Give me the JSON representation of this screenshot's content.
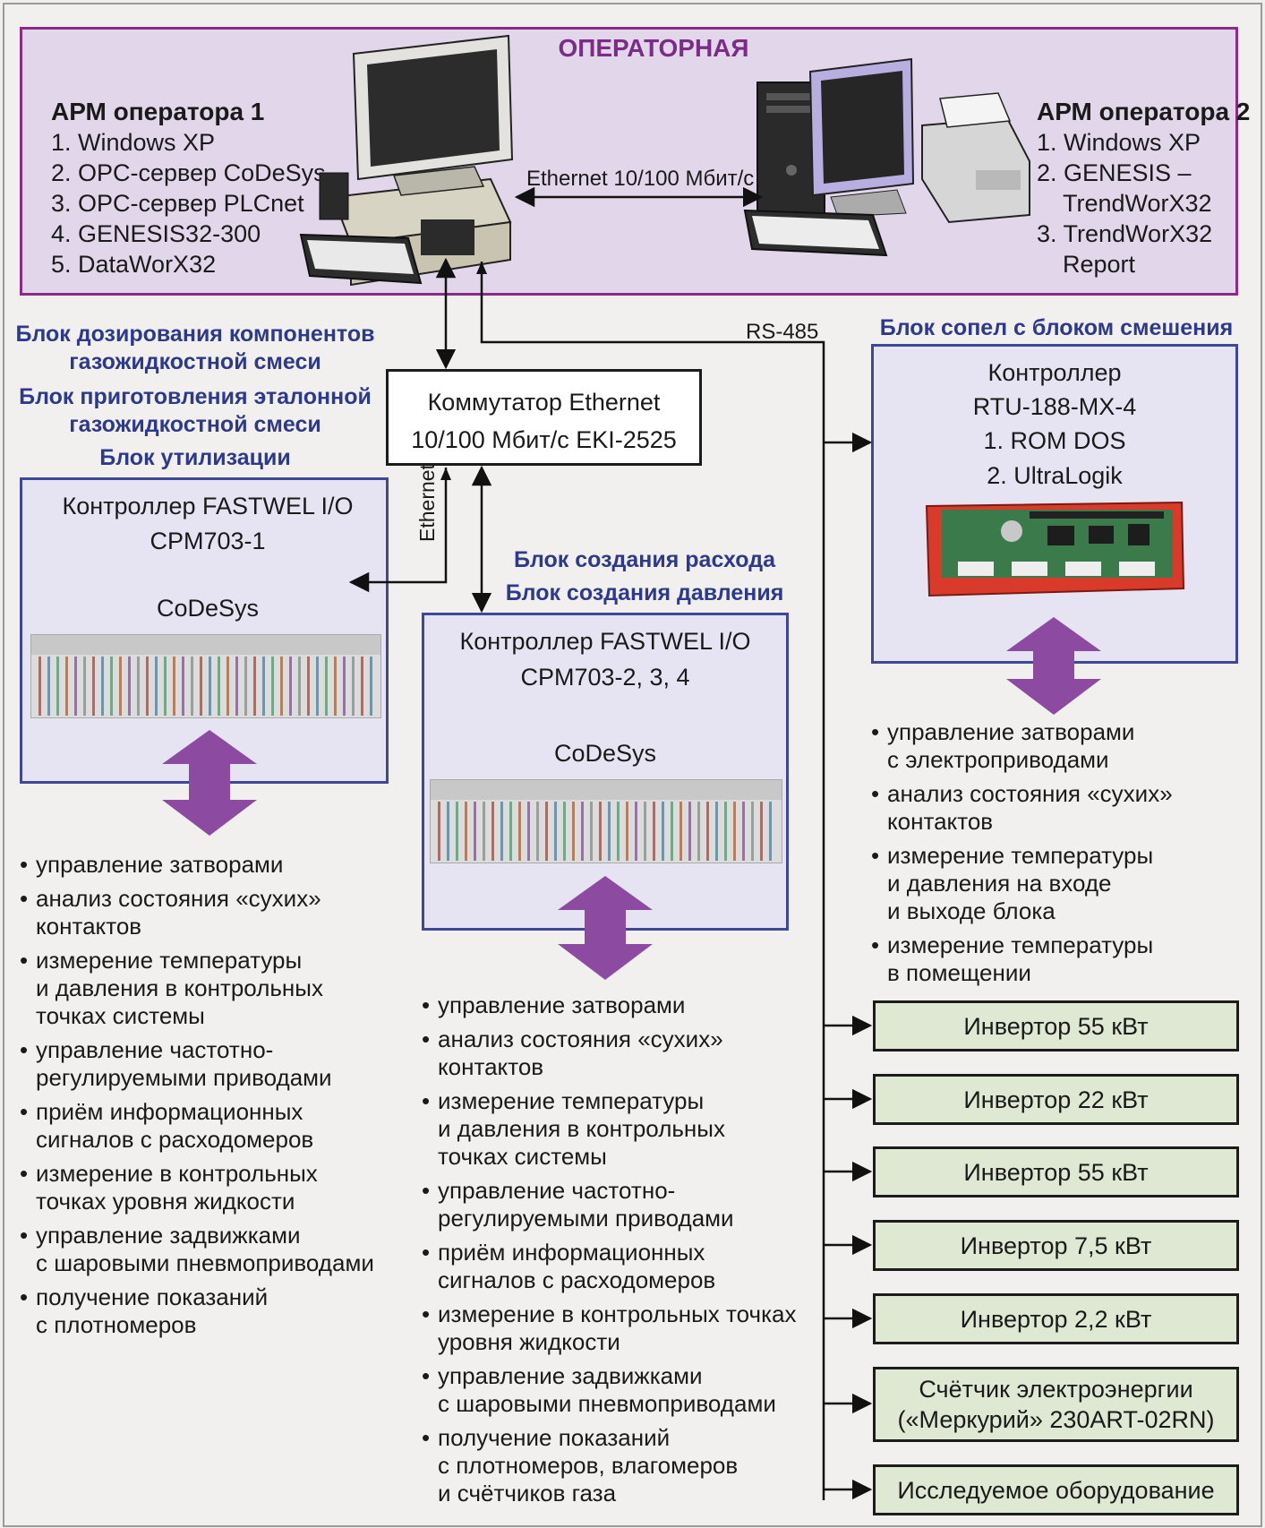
{
  "operator_room": {
    "title": "ОПЕРАТОРНАЯ",
    "arm1": {
      "title": "АРМ оператора 1",
      "items": [
        "1. Windows XP",
        "2. OPC-сервер CoDeSys",
        "3. OPC-сервер PLCnet",
        "4. GENESIS32-300",
        "5. DataWorX32"
      ]
    },
    "arm2": {
      "title": "АРМ оператора 2",
      "items": [
        "1. Windows XP",
        "2. GENESIS –",
        "TrendWorX32",
        "3. TrendWorX32",
        "Report"
      ]
    },
    "ethernet_label": "Ethernet 10/100 Мбит/с"
  },
  "switch": {
    "line1": "Коммутатор Ethernet",
    "line2": "10/100 Мбит/с EKI-2525"
  },
  "labels": {
    "rs485": "RS-485",
    "ethernet_vertical": "Ethernet"
  },
  "left_block": {
    "headers": [
      "Блок дозирования компонентов",
      "газожидкостной смеси",
      "Блок приготовления эталонной",
      "газожидкостной смеси",
      "Блок утилизации"
    ],
    "controller_line1": "Контроллер FASTWEL I/O",
    "controller_line2": "CPM703-1",
    "software": "CoDeSys",
    "bullets": [
      "управление затворами",
      "анализ состояния «сухих»\nконтактов",
      "измерение температуры\nи давления в контрольных\nточках системы",
      "управление частотно-\nрегулируемыми приводами",
      "приём информационных\nсигналов с расходомеров",
      "измерение в контрольных\nточках уровня жидкости",
      "управление задвижками\nс шаровыми пневмоприводами",
      "получение показаний\nс плотномеров"
    ]
  },
  "middle_block": {
    "headers": [
      "Блок создания расхода",
      "Блок создания давления"
    ],
    "controller_line1": "Контроллер FASTWEL I/O",
    "controller_line2": "CPM703-2, 3, 4",
    "software": "CoDeSys",
    "bullets": [
      "управление затворами",
      "анализ состояния «сухих»\nконтактов",
      "измерение температуры\nи давления в контрольных\nточках системы",
      "управление частотно-\nрегулируемыми приводами",
      "приём информационных\nсигналов с расходомеров",
      "измерение в контрольных точках\nуровня жидкости",
      "управление задвижками\nс шаровыми пневмоприводами",
      "получение показаний\nс плотномеров, влагомеров\nи счётчиков газа"
    ]
  },
  "right_block": {
    "header": "Блок сопел с блоком смешения",
    "controller_lines": [
      "Контроллер",
      "RTU-188-MX-4",
      "1. ROM DOS",
      "2. UltraLogik"
    ],
    "bullets": [
      "управление затворами\nс электроприводами",
      "анализ состояния «сухих»\nконтактов",
      "измерение температуры\nи давления на входе\nи выходе блока",
      "измерение температуры\nв помещении"
    ]
  },
  "devices": [
    "Инвертор 55 кВт",
    "Инвертор 22 кВт",
    "Инвертор 55 кВт",
    "Инвертор 7,5 кВт",
    "Инвертор 2,2 кВт",
    "Счётчик электроэнергии\n(«Меркурий» 230ART-02RN)",
    "Исследуемое оборудование"
  ],
  "colors": {
    "operator_bg": "#e2d6ea",
    "operator_border": "#8a2c86",
    "header_blue": "#2d3a8c",
    "box_bg": "#e6e4f3",
    "box_border": "#3f4898",
    "device_bg": "#dfe8d3",
    "big_arrow": "#8c4ba0"
  },
  "icons": [
    "computer-icon",
    "monitor-icon",
    "keyboard-icon",
    "printer-icon",
    "plc-module-image",
    "rtu-board-image"
  ]
}
